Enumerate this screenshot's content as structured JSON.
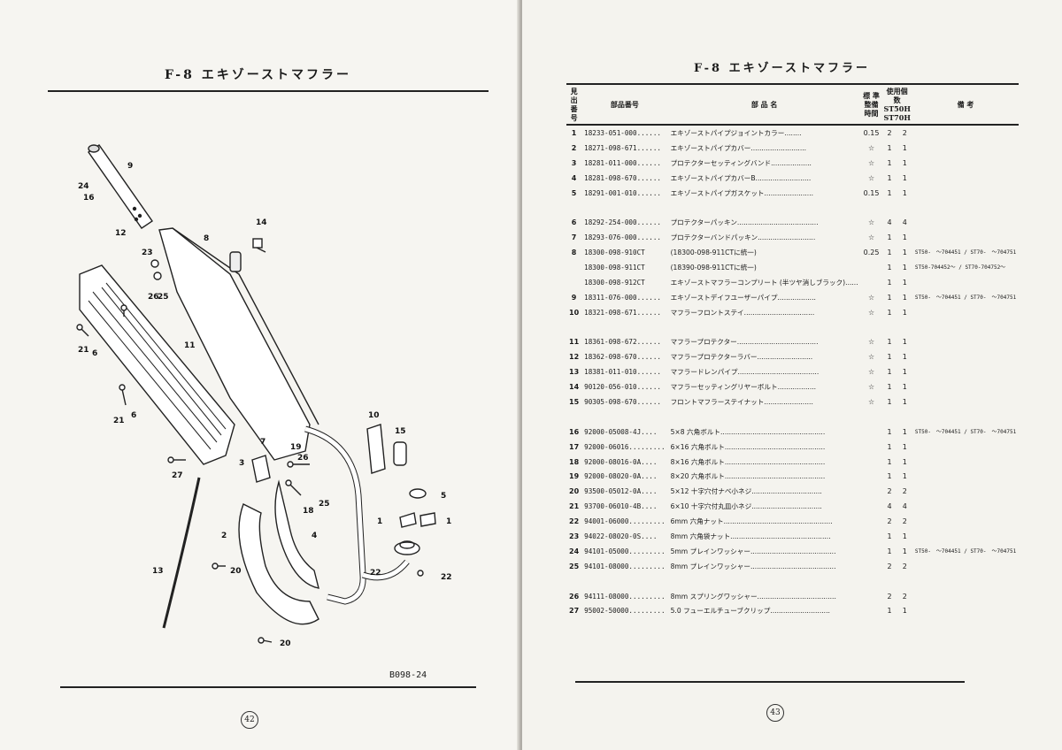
{
  "left_page": {
    "title": "F-8 エキゾーストマフラー",
    "diagram_code": "B098-24",
    "page_number": "42",
    "callouts": [
      "9",
      "24",
      "16",
      "14",
      "12",
      "8",
      "23",
      "26",
      "25",
      "11",
      "21",
      "6",
      "21",
      "6",
      "10",
      "15",
      "3",
      "7",
      "19",
      "26",
      "5",
      "27",
      "18",
      "25",
      "1",
      "1",
      "2",
      "4",
      "13",
      "20",
      "22",
      "22",
      "20"
    ]
  },
  "right_page": {
    "title": "F-8 エキゾーストマフラー",
    "page_number": "43",
    "table_headers": {
      "ref": "見出番号",
      "part_no": "部品番号",
      "name": "部 品 名",
      "std": "標 準整備時間",
      "qty": "使用個数",
      "qty_st50": "ST50H",
      "qty_st70": "ST70H",
      "note": "備 考"
    },
    "rows": [
      {
        "ref": "1",
        "part": "18233-051-000......",
        "name": "エキゾーストパイプジョイントカラー........",
        "std": "0.15",
        "q1": "2",
        "q2": "2",
        "note": ""
      },
      {
        "ref": "2",
        "part": "18271-098-671......",
        "name": "エキゾーストパイプカバー..........................",
        "std": "☆",
        "q1": "1",
        "q2": "1",
        "note": ""
      },
      {
        "ref": "3",
        "part": "18281-011-000......",
        "name": "プロテクターセッティングバンド...................",
        "std": "☆",
        "q1": "1",
        "q2": "1",
        "note": ""
      },
      {
        "ref": "4",
        "part": "18281-098-670......",
        "name": "エキゾーストパイプカバーB..........................",
        "std": "☆",
        "q1": "1",
        "q2": "1",
        "note": ""
      },
      {
        "ref": "5",
        "part": "18291-001-010......",
        "name": "エキゾーストパイプガスケット.......................",
        "std": "0.15",
        "q1": "1",
        "q2": "1",
        "note": ""
      },
      {
        "gap": true
      },
      {
        "ref": "6",
        "part": "18292-254-000......",
        "name": "プロテクターパッキン......................................",
        "std": "☆",
        "q1": "4",
        "q2": "4",
        "note": ""
      },
      {
        "ref": "7",
        "part": "18293-076-000......",
        "name": "プロテクターバンドパッキン...........................",
        "std": "☆",
        "q1": "1",
        "q2": "1",
        "note": ""
      },
      {
        "ref": "8",
        "part": "18300-098-910CT",
        "name": "(18300-098-911CTに統一)",
        "std": "0.25",
        "q1": "1",
        "q2": "1",
        "note": "ST50-　～704451 / ST70-　～704751"
      },
      {
        "ref": "",
        "part": "18300-098-911CT",
        "name": "(18390-098-911CTに統一)",
        "std": "",
        "q1": "1",
        "q2": "1",
        "note": "ST50-704452～ / ST70-704752～"
      },
      {
        "ref": "",
        "part": "18300-098-912CT",
        "name": "エキゾーストマフラーコンプリート (半ツヤ消しブラック)......",
        "std": "",
        "q1": "1",
        "q2": "1",
        "note": "",
        "tall": true
      },
      {
        "ref": "9",
        "part": "18311-076-000......",
        "name": "エキゾーストデイフユーザーパイプ..................",
        "std": "☆",
        "q1": "1",
        "q2": "1",
        "note": "ST50-　～704451 / ST70-　～704751"
      },
      {
        "ref": "10",
        "part": "18321-098-671......",
        "name": "マフラーフロントステイ.................................",
        "std": "☆",
        "q1": "1",
        "q2": "1",
        "note": ""
      },
      {
        "gap": true
      },
      {
        "ref": "11",
        "part": "18361-098-672......",
        "name": "マフラープロテクター......................................",
        "std": "☆",
        "q1": "1",
        "q2": "1",
        "note": ""
      },
      {
        "ref": "12",
        "part": "18362-098-670......",
        "name": "マフラープロテクターラバー..........................",
        "std": "☆",
        "q1": "1",
        "q2": "1",
        "note": ""
      },
      {
        "ref": "13",
        "part": "18381-011-010......",
        "name": "マフラードレンパイプ......................................",
        "std": "☆",
        "q1": "1",
        "q2": "1",
        "note": ""
      },
      {
        "ref": "14",
        "part": "90120-056-010......",
        "name": "マフラーセッティングリヤーボルト..................",
        "std": "☆",
        "q1": "1",
        "q2": "1",
        "note": ""
      },
      {
        "ref": "15",
        "part": "90305-098-670......",
        "name": "フロントマフラーステイナット.......................",
        "std": "☆",
        "q1": "1",
        "q2": "1",
        "note": ""
      },
      {
        "gap": true
      },
      {
        "ref": "16",
        "part": "92000-05008-4J....",
        "name": "5×8 六角ボルト.................................................",
        "std": "",
        "q1": "1",
        "q2": "1",
        "note": "ST50-　～704451 / ST70-　～704751"
      },
      {
        "ref": "17",
        "part": "92000-06016.........",
        "name": "6×16 六角ボルト...............................................",
        "std": "",
        "q1": "1",
        "q2": "1",
        "note": ""
      },
      {
        "ref": "18",
        "part": "92000-08016-0A....",
        "name": "8×16 六角ボルト...............................................",
        "std": "",
        "q1": "1",
        "q2": "1",
        "note": ""
      },
      {
        "ref": "19",
        "part": "92000-08020-0A....",
        "name": "8×20 六角ボルト...............................................",
        "std": "",
        "q1": "1",
        "q2": "1",
        "note": ""
      },
      {
        "ref": "20",
        "part": "93500-05012-0A....",
        "name": "5×12 十字穴付ナベ小ネジ.................................",
        "std": "",
        "q1": "2",
        "q2": "2",
        "note": ""
      },
      {
        "ref": "21",
        "part": "93700-06010-4B....",
        "name": "6×10 十字穴付丸皿小ネジ.................................",
        "std": "",
        "q1": "4",
        "q2": "4",
        "note": ""
      },
      {
        "ref": "22",
        "part": "94001-06000.........",
        "name": "6mm 六角ナット...................................................",
        "std": "",
        "q1": "2",
        "q2": "2",
        "note": ""
      },
      {
        "ref": "23",
        "part": "94022-08020-0S....",
        "name": "8mm 六角袋ナット...............................................",
        "std": "",
        "q1": "1",
        "q2": "1",
        "note": ""
      },
      {
        "ref": "24",
        "part": "94101-05000.........",
        "name": "5mm プレインワッシャー........................................",
        "std": "",
        "q1": "1",
        "q2": "1",
        "note": "ST50-　～704451 / ST70-　～704751"
      },
      {
        "ref": "25",
        "part": "94101-08000.........",
        "name": "8mm プレインワッシャー........................................",
        "std": "",
        "q1": "2",
        "q2": "2",
        "note": ""
      },
      {
        "gap": true
      },
      {
        "ref": "26",
        "part": "94111-08000.........",
        "name": "8mm スプリングワッシャー.....................................",
        "std": "",
        "q1": "2",
        "q2": "2",
        "note": ""
      },
      {
        "ref": "27",
        "part": "95002-50000.........",
        "name": "5.0 フューエルチューブクリップ............................",
        "std": "",
        "q1": "1",
        "q2": "1",
        "note": ""
      }
    ]
  },
  "colors": {
    "paper": "#f6f5f1",
    "ink": "#1a1a1a",
    "gutter": "#a9a6a0"
  }
}
